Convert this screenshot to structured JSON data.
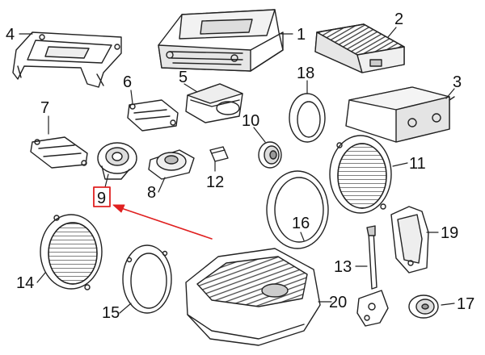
{
  "diagram": {
    "callouts": [
      "1",
      "2",
      "3",
      "4",
      "5",
      "6",
      "7",
      "8",
      "9",
      "10",
      "11",
      "12",
      "13",
      "14",
      "15",
      "16",
      "17",
      "18",
      "19",
      "20"
    ],
    "highlighted_callout": "9",
    "colors": {
      "line": "#222222",
      "fill": "#ffffff",
      "shade": "#d9d9d9",
      "dark": "#9a9a9a",
      "highlight": "#e02020"
    }
  }
}
